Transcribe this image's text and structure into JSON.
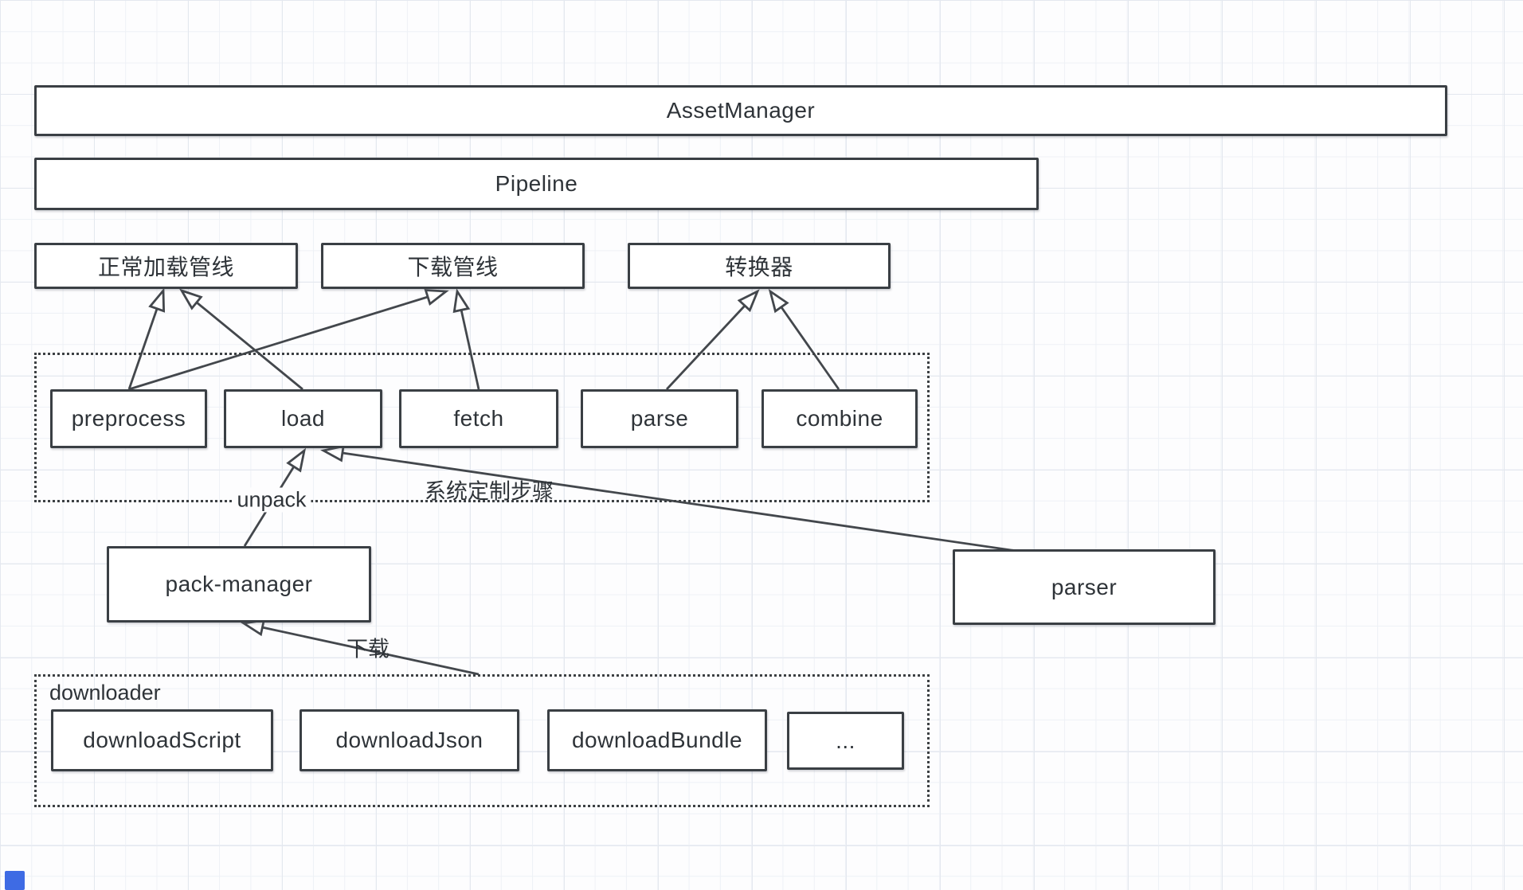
{
  "nodes": {
    "asset_manager": "AssetManager",
    "pipeline": "Pipeline",
    "normal_load_pipeline": "正常加载管线",
    "download_pipeline": "下载管线",
    "transformer": "转换器",
    "preprocess": "preprocess",
    "load": "load",
    "fetch": "fetch",
    "parse": "parse",
    "combine": "combine",
    "pack_manager": "pack-manager",
    "parser": "parser",
    "download_script": "downloadScript",
    "download_json": "downloadJson",
    "download_bundle": "downloadBundle",
    "download_more": "..."
  },
  "groups": {
    "custom_steps_label": "系统定制步骤",
    "downloader_label": "downloader"
  },
  "edge_labels": {
    "unpack": "unpack",
    "download": "下载"
  },
  "edges": [
    {
      "from": "preprocess",
      "to": "normal_load_pipeline"
    },
    {
      "from": "load",
      "to": "normal_load_pipeline"
    },
    {
      "from": "preprocess",
      "to": "download_pipeline"
    },
    {
      "from": "fetch",
      "to": "download_pipeline"
    },
    {
      "from": "parse",
      "to": "transformer"
    },
    {
      "from": "combine",
      "to": "transformer"
    },
    {
      "from": "pack_manager",
      "to": "load",
      "label": "unpack"
    },
    {
      "from": "parser",
      "to": "load"
    },
    {
      "from": "downloader",
      "to": "pack_manager",
      "label": "下载"
    }
  ],
  "colors": {
    "edge_line": "#43474c",
    "node_border": "#3a3f44",
    "corner_indicator": "#3e6be4"
  }
}
